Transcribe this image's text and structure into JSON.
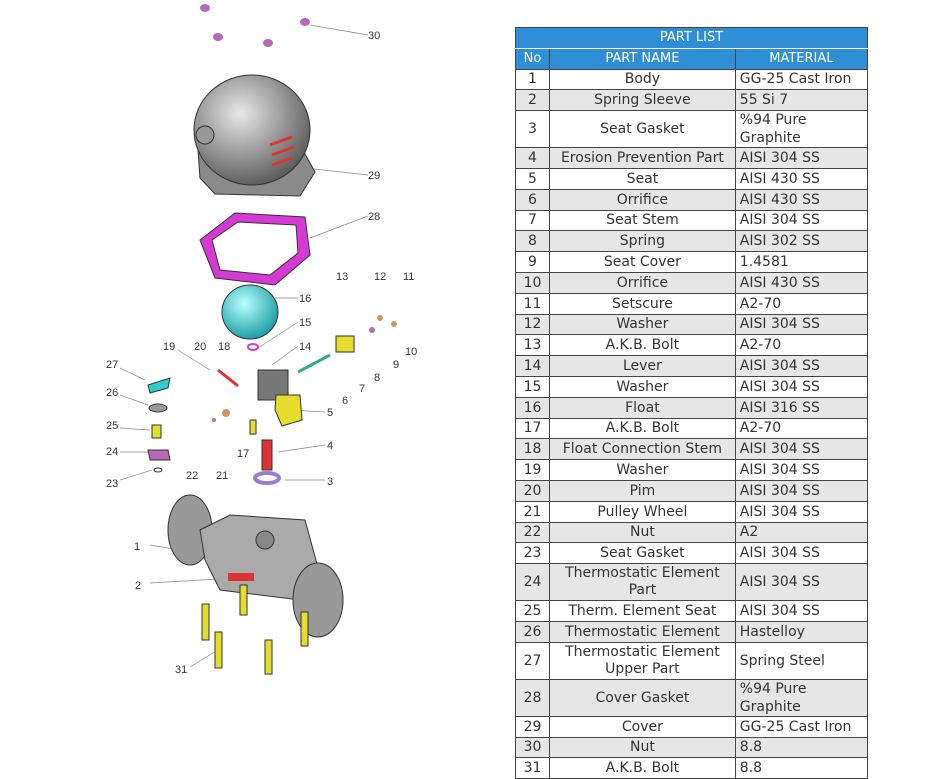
{
  "table": {
    "title": "PART LIST",
    "headers": [
      "No",
      "PART NAME",
      "MATERIAL"
    ],
    "rows": [
      [
        "1",
        "Body",
        "GG-25 Cast Iron"
      ],
      [
        "2",
        "Spring Sleeve",
        "55 Si 7"
      ],
      [
        "3",
        "Seat Gasket",
        "%94 Pure Graphite"
      ],
      [
        "4",
        "Erosion Prevention Part",
        "AISI 304 SS"
      ],
      [
        "5",
        "Seat",
        "AISI 430 SS"
      ],
      [
        "6",
        "Orrifice",
        "AISI 430 SS"
      ],
      [
        "7",
        "Seat Stem",
        "AISI 304 SS"
      ],
      [
        "8",
        "Spring",
        "AISI 302 SS"
      ],
      [
        "9",
        "Seat Cover",
        "1.4581"
      ],
      [
        "10",
        "Orrifice",
        "AISI 430 SS"
      ],
      [
        "11",
        "Setscure",
        "A2-70"
      ],
      [
        "12",
        "Washer",
        "AISI 304 SS"
      ],
      [
        "13",
        "A.K.B. Bolt",
        "A2-70"
      ],
      [
        "14",
        "Lever",
        "AISI 304 SS"
      ],
      [
        "15",
        "Washer",
        "AISI 304 SS"
      ],
      [
        "16",
        "Float",
        "AISI 316 SS"
      ],
      [
        "17",
        "A.K.B. Bolt",
        "A2-70"
      ],
      [
        "18",
        "Float Connection Stem",
        "AISI 304 SS"
      ],
      [
        "19",
        "Washer",
        "AISI 304 SS"
      ],
      [
        "20",
        "Pim",
        "AISI 304 SS"
      ],
      [
        "21",
        "Pulley Wheel",
        "AISI 304 SS"
      ],
      [
        "22",
        "Nut",
        "A2"
      ],
      [
        "23",
        "Seat Gasket",
        "AISI 304 SS"
      ],
      [
        "24",
        "Thermostatic Element Part",
        "AISI 304 SS"
      ],
      [
        "25",
        "Therm. Element Seat",
        "AISI 304 SS"
      ],
      [
        "26",
        "Thermostatic Element",
        "Hastelloy"
      ],
      [
        "27",
        "Thermostatic Element Upper Part",
        "Spring Steel"
      ],
      [
        "28",
        "Cover Gasket",
        "%94 Pure Graphite"
      ],
      [
        "29",
        "Cover",
        "GG-25 Cast Iron"
      ],
      [
        "30",
        "Nut",
        "8.8"
      ],
      [
        "31",
        "A.K.B. Bolt",
        "8.8"
      ]
    ]
  },
  "diagram": {
    "callouts": [
      "1",
      "2",
      "3",
      "4",
      "5",
      "6",
      "7",
      "8",
      "9",
      "10",
      "11",
      "12",
      "13",
      "14",
      "15",
      "16",
      "17",
      "18",
      "19",
      "20",
      "21",
      "22",
      "23",
      "24",
      "25",
      "26",
      "27",
      "28",
      "29",
      "30",
      "31"
    ]
  },
  "colors": {
    "header": "#2e8fd7",
    "alt_row": "#e6e6e6",
    "gasket": "#d63ad6",
    "float": "#33c6c9",
    "bolt": "#d9d21e",
    "body": "#9a9a9a"
  }
}
